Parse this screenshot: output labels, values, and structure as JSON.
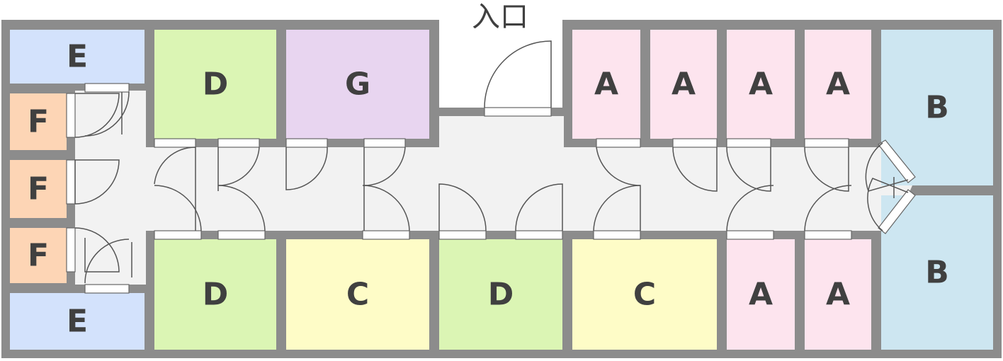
{
  "entrance": {
    "label": "入口"
  },
  "colors": {
    "wall": "#8c8c8c",
    "corridor": "#f2f2f2",
    "A": "#fde4ee",
    "B": "#cde6f1",
    "C": "#fefcc7",
    "D": "#dbf5b4",
    "E": "#d3e2fc",
    "F": "#fdd5b5",
    "G": "#e8d5f0"
  },
  "rooms": [
    {
      "id": "e-top",
      "label": "E",
      "type": "E"
    },
    {
      "id": "f-1",
      "label": "F",
      "type": "F"
    },
    {
      "id": "f-2",
      "label": "F",
      "type": "F"
    },
    {
      "id": "f-3",
      "label": "F",
      "type": "F"
    },
    {
      "id": "e-bottom",
      "label": "E",
      "type": "E"
    },
    {
      "id": "d-top",
      "label": "D",
      "type": "D"
    },
    {
      "id": "g-top",
      "label": "G",
      "type": "G"
    },
    {
      "id": "a-top-1",
      "label": "A",
      "type": "A"
    },
    {
      "id": "a-top-2",
      "label": "A",
      "type": "A"
    },
    {
      "id": "a-top-3",
      "label": "A",
      "type": "A"
    },
    {
      "id": "a-top-4",
      "label": "A",
      "type": "A"
    },
    {
      "id": "b-top",
      "label": "B",
      "type": "B"
    },
    {
      "id": "d-bottom-1",
      "label": "D",
      "type": "D"
    },
    {
      "id": "c-bottom-1",
      "label": "C",
      "type": "C"
    },
    {
      "id": "d-bottom-2",
      "label": "D",
      "type": "D"
    },
    {
      "id": "c-bottom-2",
      "label": "C",
      "type": "C"
    },
    {
      "id": "a-bottom-1",
      "label": "A",
      "type": "A"
    },
    {
      "id": "a-bottom-2",
      "label": "A",
      "type": "A"
    },
    {
      "id": "b-bottom",
      "label": "B",
      "type": "B"
    }
  ]
}
